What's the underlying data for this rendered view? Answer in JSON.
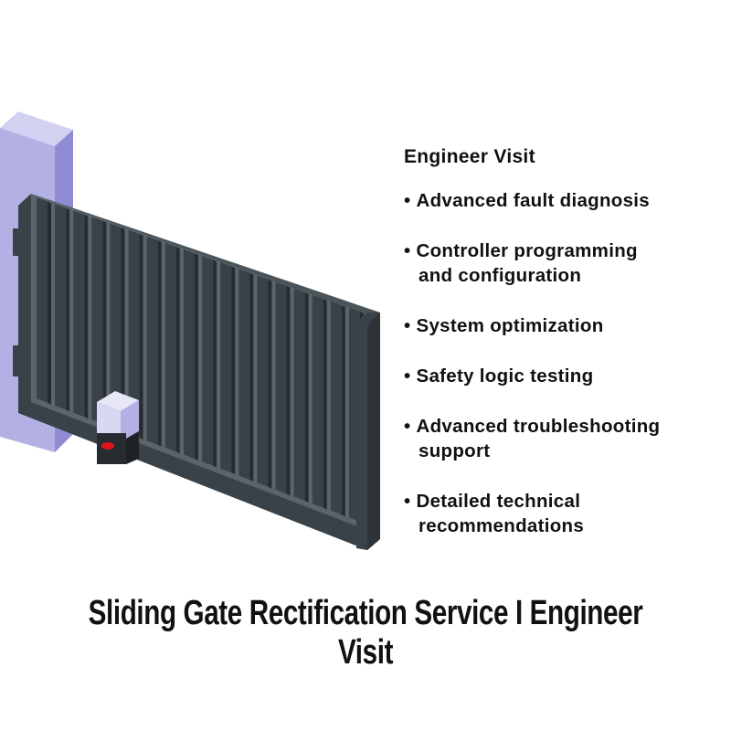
{
  "heading": "Engineer Visit",
  "features": [
    "Advanced fault diagnosis",
    "Controller programming\n and configuration",
    "System optimization",
    "Safety logic testing",
    "Advanced troubleshooting\nsupport",
    "Detailed technical\nrecommendations"
  ],
  "caption": "Sliding Gate Rectification Service I Engineer Visit",
  "colors": {
    "gate_dark": "#394248",
    "gate_mid": "#4a5459",
    "pillar_front": "#b3b1e4",
    "pillar_side": "#8f8cd4",
    "pillar_top": "#d2d1f2",
    "motor_light": "#d9d8f3",
    "indicator_red": "#e0141a"
  },
  "icons": [
    "gate-illustration",
    "motor-box-icon",
    "red-indicator-icon"
  ]
}
